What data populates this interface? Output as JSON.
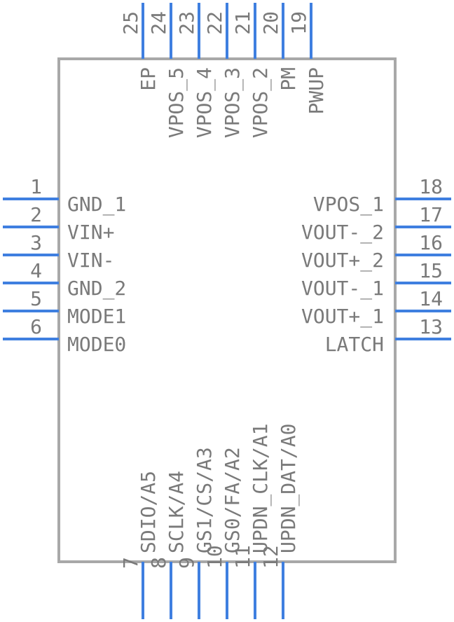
{
  "left_pins": [
    {
      "num": "1",
      "label": "GND_1"
    },
    {
      "num": "2",
      "label": "VIN+"
    },
    {
      "num": "3",
      "label": "VIN-"
    },
    {
      "num": "4",
      "label": "GND_2"
    },
    {
      "num": "5",
      "label": "MODE1"
    },
    {
      "num": "6",
      "label": "MODE0"
    }
  ],
  "right_pins": [
    {
      "num": "18",
      "label": "VPOS_1"
    },
    {
      "num": "17",
      "label": "VOUT-_2"
    },
    {
      "num": "16",
      "label": "VOUT+_2"
    },
    {
      "num": "15",
      "label": "VOUT-_1"
    },
    {
      "num": "14",
      "label": "VOUT+_1"
    },
    {
      "num": "13",
      "label": "LATCH"
    }
  ],
  "top_pins": [
    {
      "num": "25",
      "label": "EP"
    },
    {
      "num": "24",
      "label": "VPOS_5"
    },
    {
      "num": "23",
      "label": "VPOS_4"
    },
    {
      "num": "22",
      "label": "VPOS_3"
    },
    {
      "num": "21",
      "label": "VPOS_2"
    },
    {
      "num": "20",
      "label": "PM"
    },
    {
      "num": "19",
      "label": "PWUP"
    }
  ],
  "bottom_pins": [
    {
      "num": "7",
      "label": "SDIO/A5"
    },
    {
      "num": "8",
      "label": "SCLK/A4"
    },
    {
      "num": "9",
      "label": "GS1/CS/A3"
    },
    {
      "num": "10",
      "label": "GS0/FA/A2"
    },
    {
      "num": "11",
      "label": "UPDN_CLK/A1"
    },
    {
      "num": "12",
      "label": "UPDN_DAT/A0"
    }
  ],
  "colors": {
    "pin": "#3f7fe0",
    "body_outline": "#a8a8a8",
    "text": "#7a7a7a"
  }
}
